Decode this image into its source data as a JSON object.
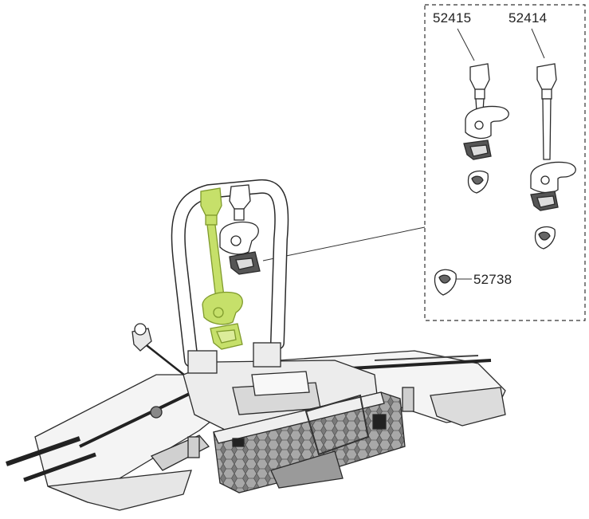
{
  "diagram": {
    "part_labels": {
      "clamp_short": "52415",
      "clamp_long": "52414",
      "rubber_strap": "52738"
    },
    "colors": {
      "highlight": "#c6e06a",
      "highlight_stroke": "#7f9a2c",
      "line": "#2a2a2a",
      "plate": "#6f6f6f",
      "plate_light": "#bfbfbf",
      "background": "#ffffff"
    }
  }
}
